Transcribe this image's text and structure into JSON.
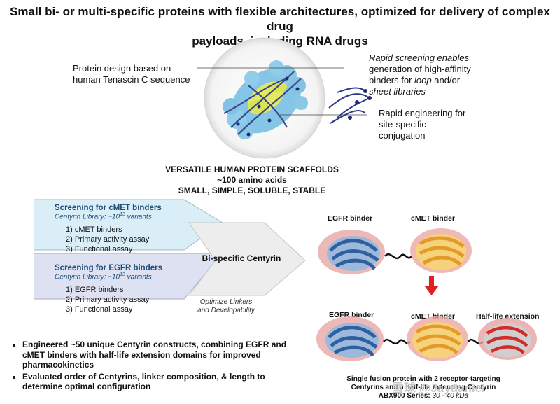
{
  "title": {
    "line1": "Small bi- or multi-specific proteins with flexible architectures, optimized for delivery of complex drug",
    "line2": "payloads, including RNA drugs"
  },
  "callouts": {
    "design_l1": "Protein design based on",
    "design_l2": "human Tenascin C sequence",
    "screen_l1": "Rapid screening enables",
    "screen_l2": "generation of high-affinity",
    "screen_l3a": "binders for ",
    "screen_l3b": "loop",
    "screen_l3c": " and/or",
    "screen_l4": "sheet libraries",
    "eng_l1": "Rapid engineering for",
    "eng_l2": "site-specific",
    "eng_l3": "conjugation"
  },
  "scaffold": {
    "line1": "VERSATILE HUMAN PROTEIN SCAFFOLDS",
    "line2": "~100 amino acids",
    "line3": "SMALL, SIMPLE, SOLUBLE, STABLE"
  },
  "cmet_box": {
    "head": "Screening for cMET binders",
    "sub_pre": "Centyrin Library: ~10",
    "sub_exp": "13",
    "sub_post": " variants",
    "items": [
      "1) cMET binders",
      "2) Primary activity assay",
      "3) Functional assay"
    ]
  },
  "egfr_box": {
    "head": "Screening for EGFR binders",
    "sub_pre": "Centyrin Library: ~10",
    "sub_exp": "13",
    "sub_post": " variants",
    "items": [
      "1) EGFR binders",
      "2) Primary activity assay",
      "3) Functional assay"
    ]
  },
  "bispecific": {
    "label": "Bi-specific Centyrin",
    "optimize_l1": "Optimize Linkers",
    "optimize_l2": "and Developability"
  },
  "bullets": [
    "Engineered ~50 unique Centyrin constructs, combining EGFR and cMET binders with half-life extension domains for improved pharmacokinetics",
    "Evaluated order of Centyrins, linker composition, & length to determine optimal configuration"
  ],
  "proteins": {
    "top_egfr": "EGFR binder",
    "top_cmet": "cMET binder",
    "bottom_egfr": "EGFR binder",
    "bottom_cmet": "cMET binder",
    "bottom_hle": "Half-life extension"
  },
  "caption": {
    "line1": "Single fusion protein with 2 receptor-targeting",
    "line2": "Centyrins and a half-life extending Centyrin",
    "line3_bold": "ABX900 Series: ",
    "line3_ital": "30 - 40 kDa"
  },
  "watermark": "雪球 @Jaydaniel",
  "colors": {
    "cmet_box": "#d9eef7",
    "egfr_box": "#dde1f1",
    "bispecific_box": "#ededed",
    "egfr_protein": "#3a6fb0",
    "cmet_protein": "#f0c050",
    "down_arrow": "#e02020"
  }
}
